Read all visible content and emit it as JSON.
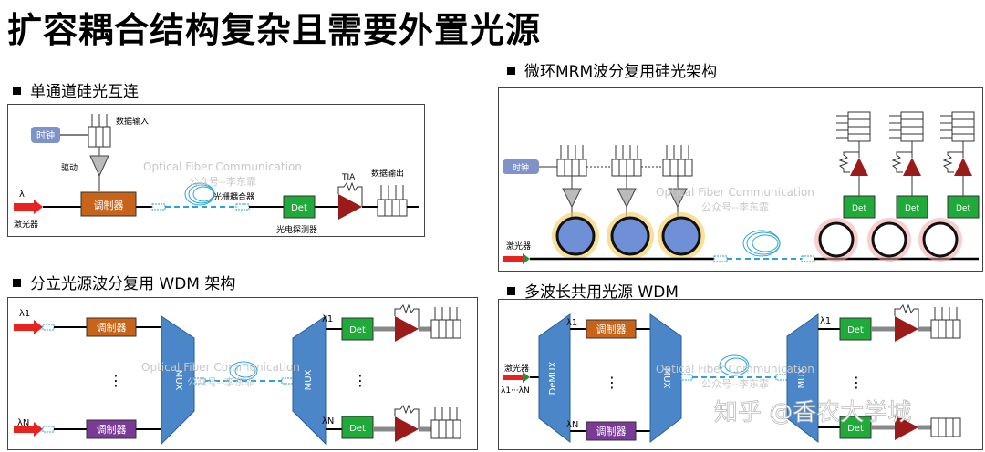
{
  "title": "扩容耦合结构复杂且需要外置光源",
  "sections": {
    "single": "单通道硅光互连",
    "wdm_separate": "分立光源波分复用 WDM 架构",
    "mrm": "微环MRM波分复用硅光架构",
    "wdm_shared": "多波长共用光源 WDM"
  },
  "labels": {
    "clock": "时钟",
    "data_in": "数据输入",
    "driver": "驱动",
    "lambda": "λ",
    "laser": "激光器",
    "modulator": "调制器",
    "grating": "光栅耦合器",
    "det": "Det",
    "tia": "TIA",
    "data_out": "数据输出",
    "photodetector": "光电探测器",
    "lambda1": "λ1",
    "lambdaN": "λN",
    "mux": "MUX",
    "demux": "DeMUX",
    "dots": "⋮",
    "lambda_range": "λ1···λN"
  },
  "watermarks": {
    "line1": "Optical Fiber Communication",
    "line2": "公众号--李东霏",
    "zhihu": "知乎 @香农大学城"
  },
  "colors": {
    "modulator_orange": "#c8631a",
    "modulator_purple": "#7a3b96",
    "det_green": "#1faa3a",
    "amp_red": "#9b1b1b",
    "laser_red": "#e8231f",
    "mux_blue": "#4a86c8",
    "fiber_cyan": "#2aa3d8",
    "clock_blue": "#7f93c8",
    "ring_glow": "#f4c542",
    "ring_blue": "#6f8fd6",
    "ring_pink": "#f2a6a6"
  }
}
